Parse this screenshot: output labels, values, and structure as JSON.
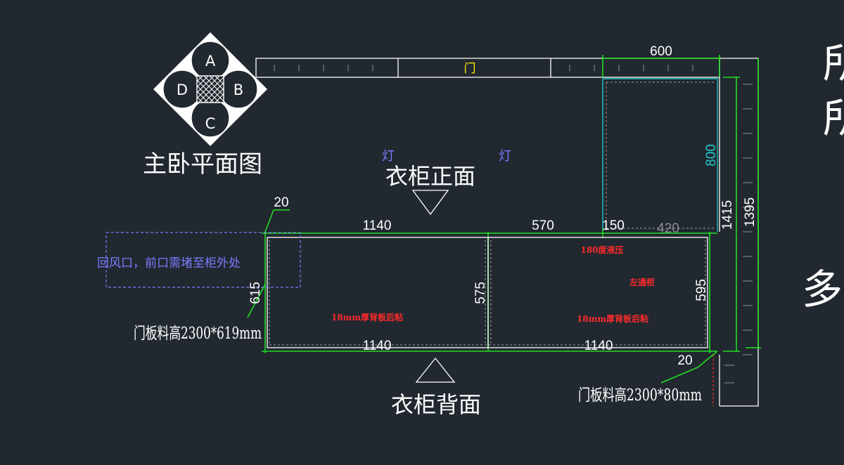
{
  "compass": {
    "a": "A",
    "b": "B",
    "c": "C",
    "d": "D"
  },
  "plan_title": "主卧平面图",
  "door_label": "门",
  "lights": [
    "灯",
    "灯"
  ],
  "front_label": "衣柜正面",
  "back_label": "衣柜背面",
  "vent_note": "回风口，前口需堵至柜外处",
  "left_panel_note": "门板料高2300*619mm",
  "right_panel_note": "门板料高2300*80mm",
  "red_notes": {
    "back_left": "18mm厚背板后粘",
    "back_right": "18mm厚背板后粘",
    "hinge": "180度液压",
    "corner": "左通柜"
  },
  "dims": {
    "top_600": "600",
    "d800": "800",
    "d1415": "1415",
    "d1395": "1395",
    "d20_left": "20",
    "d1140_top": "1140",
    "d570": "570",
    "d150": "150",
    "d420": "420",
    "d615": "615",
    "d575": "575",
    "d595": "595",
    "d1140_bottom_left": "1140",
    "d1140_bottom_right": "1140",
    "d20_right": "20"
  },
  "edge_chars": [
    "所",
    "所",
    "多"
  ],
  "colors": {
    "background": "#212830",
    "dim_green": "#22dd22",
    "cyan": "#22cccc",
    "red": "#ff2a2a",
    "blue": "#7b7bff",
    "yellow": "#ffee00"
  }
}
